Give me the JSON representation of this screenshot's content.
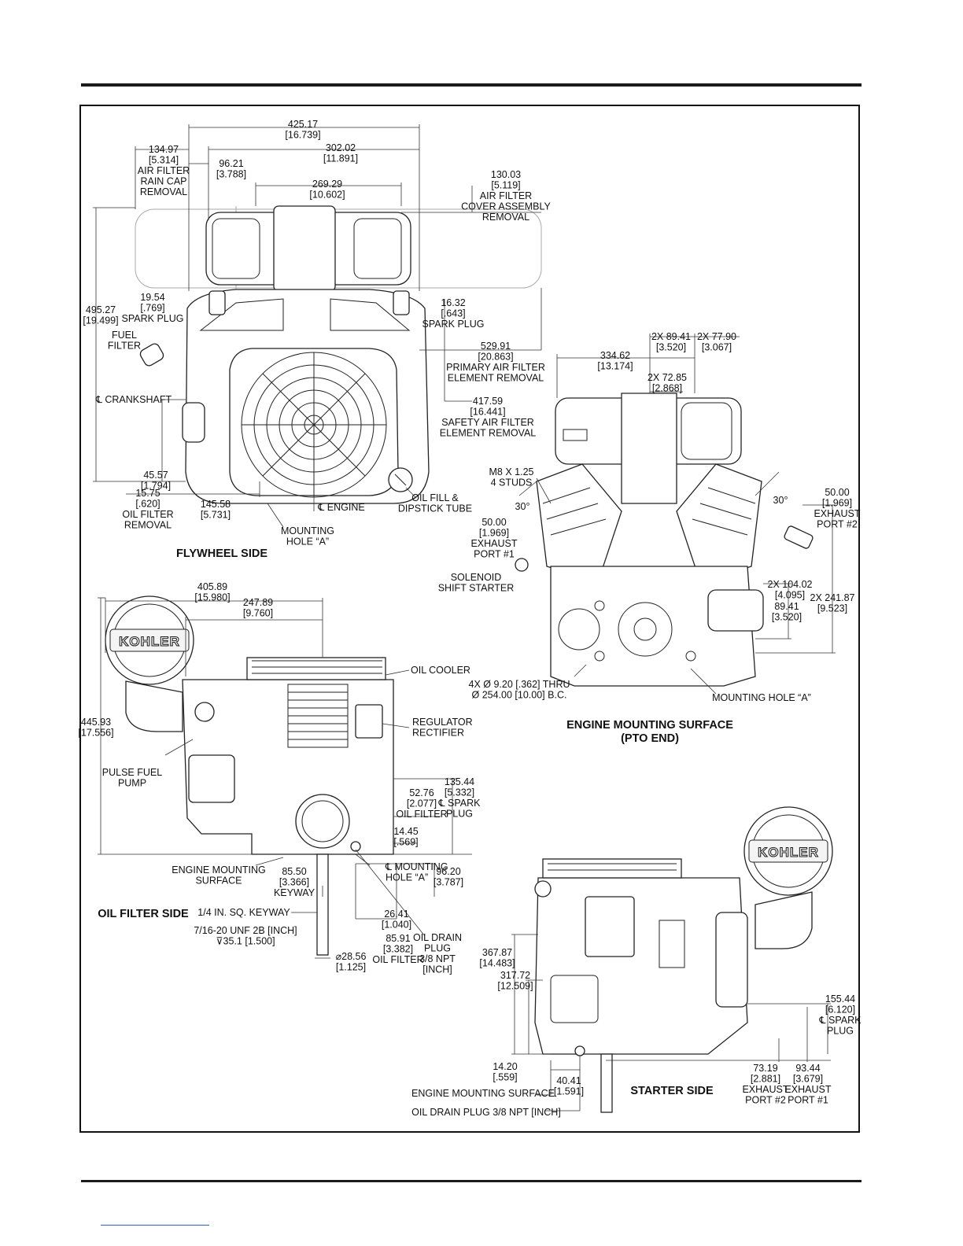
{
  "views": {
    "flywheel": {
      "title": "FLYWHEEL SIDE",
      "dims": [
        {
          "id": "d1",
          "lines": [
            "425.17",
            "[16.739]"
          ]
        },
        {
          "id": "d2",
          "lines": [
            "134.97",
            "[5.314]",
            "AIR FILTER",
            "RAIN CAP",
            "REMOVAL"
          ]
        },
        {
          "id": "d3",
          "lines": [
            "96.21",
            "[3.788]"
          ]
        },
        {
          "id": "d4",
          "lines": [
            "302.02",
            "[11.891]"
          ]
        },
        {
          "id": "d5",
          "lines": [
            "269.29",
            "[10.602]"
          ]
        },
        {
          "id": "d6",
          "lines": [
            "130.03",
            "[5.119]",
            "AIR FILTER",
            "COVER ASSEMBLY",
            "REMOVAL"
          ]
        },
        {
          "id": "d7",
          "lines": [
            "495.27",
            "[19.499]"
          ]
        },
        {
          "id": "d8",
          "lines": [
            "19.54",
            "[.769]",
            "SPARK PLUG"
          ]
        },
        {
          "id": "d9",
          "lines": [
            "16.32",
            "[.643]",
            "SPARK PLUG"
          ]
        },
        {
          "id": "d10",
          "lines": [
            "FUEL",
            "FILTER"
          ]
        },
        {
          "id": "d11",
          "lines": [
            "529.91",
            "[20.863]",
            "PRIMARY AIR FILTER",
            "ELEMENT REMOVAL"
          ]
        },
        {
          "id": "d12",
          "lines": [
            "℄ CRANKSHAFT"
          ]
        },
        {
          "id": "d13",
          "lines": [
            "417.59",
            "[16.441]",
            "SAFETY AIR FILTER",
            "ELEMENT REMOVAL"
          ]
        },
        {
          "id": "d14",
          "lines": [
            "45.57",
            "[1.794]"
          ]
        },
        {
          "id": "d15",
          "lines": [
            "15.75",
            "[.620]",
            "OIL FILTER",
            "REMOVAL"
          ]
        },
        {
          "id": "d16",
          "lines": [
            "145.58",
            "[5.731]"
          ]
        },
        {
          "id": "d17",
          "lines": [
            "℄ ENGINE"
          ]
        },
        {
          "id": "d18",
          "lines": [
            "MOUNTING",
            "HOLE “A”"
          ]
        },
        {
          "id": "d19",
          "lines": [
            "OIL FILL &",
            "DIPSTICK TUBE"
          ]
        }
      ]
    },
    "mounting": {
      "title": "ENGINE MOUNTING SURFACE",
      "subtitle": "(PTO END)",
      "dims": [
        {
          "id": "m1",
          "lines": [
            "2X 89.41",
            "[3.520]"
          ]
        },
        {
          "id": "m2",
          "lines": [
            "2X 77.90",
            "[3.067]"
          ]
        },
        {
          "id": "m3",
          "lines": [
            "334.62",
            "[13.174]"
          ]
        },
        {
          "id": "m4",
          "lines": [
            "2X 72.85",
            "[2.868]"
          ]
        },
        {
          "id": "m5",
          "lines": [
            "M8 X 1.25",
            "4 STUDS"
          ]
        },
        {
          "id": "m6",
          "lines": [
            "30°"
          ]
        },
        {
          "id": "m7",
          "lines": [
            "30°"
          ]
        },
        {
          "id": "m8",
          "lines": [
            "50.00",
            "[1.969]",
            "EXHAUST",
            "PORT #2"
          ]
        },
        {
          "id": "m9",
          "lines": [
            "50.00",
            "[1.969]",
            "EXHAUST",
            "PORT #1"
          ]
        },
        {
          "id": "m10",
          "lines": [
            "SOLENOID",
            "SHIFT STARTER"
          ]
        },
        {
          "id": "m11",
          "lines": [
            "2X 104.02",
            "[4.095]"
          ]
        },
        {
          "id": "m12",
          "lines": [
            "2X 241.87",
            "[9.523]"
          ]
        },
        {
          "id": "m13",
          "lines": [
            "89.41",
            "[3.520]"
          ]
        },
        {
          "id": "m14",
          "lines": [
            "4X Ø 9.20 [.362] THRU",
            "Ø 254.00 [10.00] B.C."
          ]
        },
        {
          "id": "m15",
          "lines": [
            "MOUNTING HOLE “A”"
          ]
        }
      ]
    },
    "oilfilter": {
      "title": "OIL FILTER SIDE",
      "logo": "KOHLER",
      "dims": [
        {
          "id": "o1",
          "lines": [
            "405.89",
            "[15.980]"
          ]
        },
        {
          "id": "o2",
          "lines": [
            "247.89",
            "[9.760]"
          ]
        },
        {
          "id": "o3",
          "lines": [
            "OIL COOLER"
          ]
        },
        {
          "id": "o4",
          "lines": [
            "445.93",
            "[17.556]"
          ]
        },
        {
          "id": "o5",
          "lines": [
            "REGULATOR",
            "RECTIFIER"
          ]
        },
        {
          "id": "o6",
          "lines": [
            "PULSE FUEL",
            "PUMP"
          ]
        },
        {
          "id": "o7",
          "lines": [
            "52.76",
            "[2.077]",
            "OIL FILTER"
          ]
        },
        {
          "id": "o8",
          "lines": [
            "135.44",
            "[5.332]",
            "℄ SPARK",
            "PLUG"
          ]
        },
        {
          "id": "o9",
          "lines": [
            "14.45",
            "[.569]"
          ]
        },
        {
          "id": "o10",
          "lines": [
            "ENGINE MOUNTING",
            "SURFACE"
          ]
        },
        {
          "id": "o11",
          "lines": [
            "85.50",
            "[3.366]",
            "KEYWAY"
          ]
        },
        {
          "id": "o12",
          "lines": [
            "℄ MOUNTING",
            "HOLE “A”"
          ]
        },
        {
          "id": "o13",
          "lines": [
            "96.20",
            "[3.787]"
          ]
        },
        {
          "id": "o14",
          "lines": [
            "1/4 IN. SQ. KEYWAY"
          ]
        },
        {
          "id": "o15",
          "lines": [
            "26.41",
            "[1.040]"
          ]
        },
        {
          "id": "o16",
          "lines": [
            "7/16-20 UNF 2B [INCH]",
            "⊽35.1 [1.500]"
          ]
        },
        {
          "id": "o17",
          "lines": [
            "85.91",
            "[3.382]",
            "OIL FILTER"
          ]
        },
        {
          "id": "o18",
          "lines": [
            "OIL DRAIN",
            "PLUG",
            "3/8 NPT",
            "[INCH]"
          ]
        },
        {
          "id": "o19",
          "lines": [
            "⌀28.56",
            "[1.125]"
          ]
        }
      ]
    },
    "starter": {
      "title": "STARTER SIDE",
      "logo": "KOHLER",
      "dims": [
        {
          "id": "s1",
          "lines": [
            "367.87",
            "[14.483]"
          ]
        },
        {
          "id": "s2",
          "lines": [
            "317.72",
            "[12.509]"
          ]
        },
        {
          "id": "s3",
          "lines": [
            "155.44",
            "[6.120]",
            "℄ SPARK",
            "PLUG"
          ]
        },
        {
          "id": "s4",
          "lines": [
            "14.20",
            "[.559]"
          ]
        },
        {
          "id": "s5",
          "lines": [
            "40.41",
            "[1.591]"
          ]
        },
        {
          "id": "s6",
          "lines": [
            "73.19",
            "[2.881]",
            "EXHAUST",
            "PORT #2"
          ]
        },
        {
          "id": "s7",
          "lines": [
            "93.44",
            "[3.679]",
            "EXHAUST",
            "PORT #1"
          ]
        },
        {
          "id": "s8",
          "lines": [
            "ENGINE MOUNTING SURFACE"
          ]
        },
        {
          "id": "s9",
          "lines": [
            "OIL DRAIN PLUG 3/8 NPT [INCH]"
          ]
        }
      ]
    }
  }
}
